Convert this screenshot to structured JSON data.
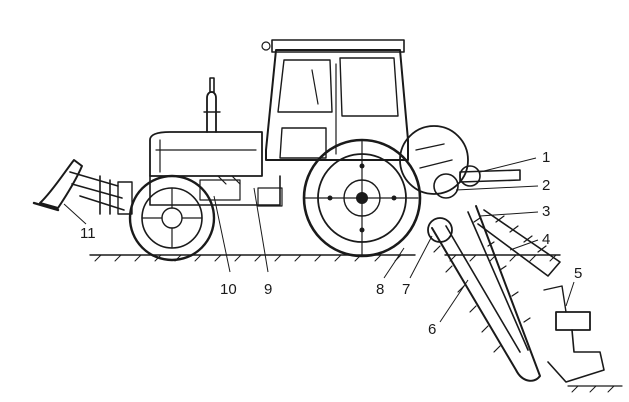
{
  "figure": {
    "labels": {
      "l1": "1",
      "l2": "2",
      "l3": "3",
      "l4": "4",
      "l5": "5",
      "l6": "6",
      "l7": "7",
      "l8": "8",
      "l9": "9",
      "l10": "10",
      "l11": "11"
    }
  },
  "colors": {
    "ink": "#1a1a1a",
    "paper": "#ffffff"
  }
}
